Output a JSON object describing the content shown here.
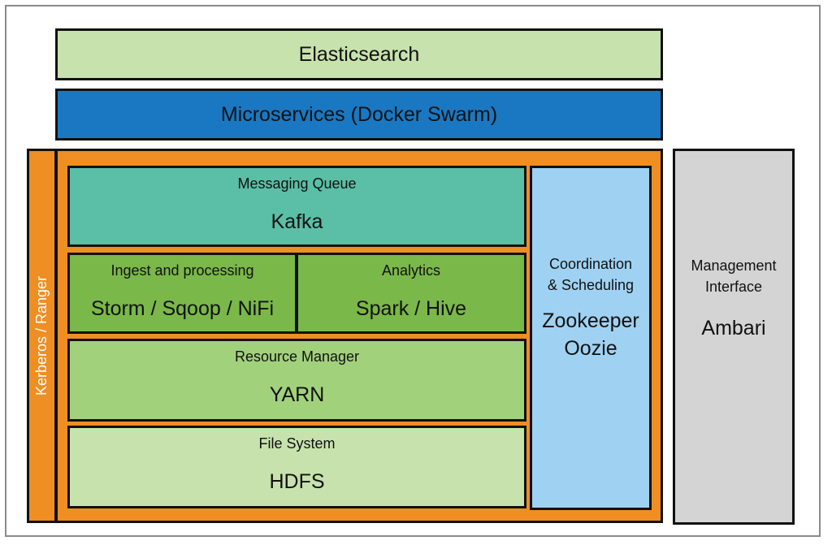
{
  "top": {
    "elasticsearch": "Elasticsearch",
    "microservices": "Microservices (Docker Swarm)"
  },
  "security": {
    "label": "Kerberos / Ranger"
  },
  "layers": {
    "messaging": {
      "label": "Messaging Queue",
      "name": "Kafka"
    },
    "ingest": {
      "label": "Ingest and processing",
      "name": "Storm / Sqoop / NiFi"
    },
    "analytics": {
      "label": "Analytics",
      "name": "Spark / Hive"
    },
    "resource": {
      "label": "Resource Manager",
      "name": "YARN"
    },
    "filesystem": {
      "label": "File System",
      "name": "HDFS"
    }
  },
  "coordination": {
    "label_line1": "Coordination",
    "label_line2": "& Scheduling",
    "name_line1": "Zookeeper",
    "name_line2": "Oozie"
  },
  "management": {
    "label_line1": "Management",
    "label_line2": "Interface",
    "name": "Ambari"
  },
  "colors": {
    "light_green": "#c7e2ad",
    "blue": "#1a78c2",
    "orange": "#ef8e22",
    "teal": "#5abfa6",
    "green": "#7ab84a",
    "mid_green": "#a2d17c",
    "light_blue": "#9fd2f2",
    "gray": "#d4d4d4"
  }
}
